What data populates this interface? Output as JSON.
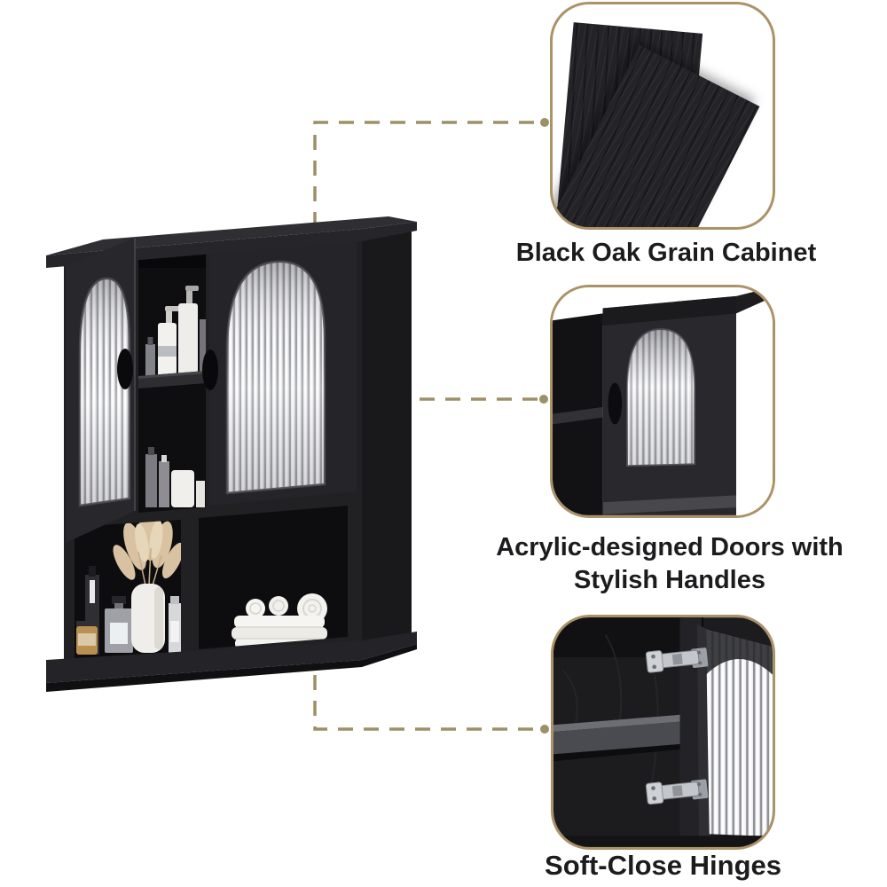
{
  "page": {
    "background": "#ffffff"
  },
  "colors": {
    "accent_gold_ring": "#ab9267",
    "connector_dash": "#9c9066",
    "label_text": "#1c1c1e",
    "cabinet_black": "#212124",
    "fluted_glass_light": "#eeeef1",
    "fluted_glass_dark": "#8f9196",
    "towel_white": "#f6f5f1",
    "pampas_beige": "#d8c2a2",
    "hinge_silver": "#c3c7cc"
  },
  "callouts": [
    {
      "id": "black-oak-grain",
      "label": "Black Oak Grain Cabinet"
    },
    {
      "id": "acrylic-doors",
      "label": "Acrylic-designed Doors with\nStylish Handles"
    },
    {
      "id": "soft-close-hinges",
      "label": "Soft-Close Hinges"
    }
  ]
}
